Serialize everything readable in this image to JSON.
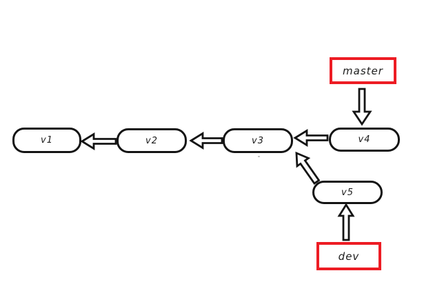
{
  "diagram": {
    "nodes": [
      {
        "id": "v1",
        "label": "v1"
      },
      {
        "id": "v2",
        "label": "v2"
      },
      {
        "id": "v3",
        "label": "v3"
      },
      {
        "id": "v4",
        "label": "v4"
      },
      {
        "id": "v5",
        "label": "v5"
      }
    ],
    "branches": [
      {
        "id": "master",
        "label": "master",
        "points_to": "v4"
      },
      {
        "id": "dev",
        "label": "dev",
        "points_to": "v5"
      }
    ],
    "edges": [
      {
        "from": "v2",
        "to": "v1",
        "direction": "left"
      },
      {
        "from": "v3",
        "to": "v2",
        "direction": "left"
      },
      {
        "from": "v4",
        "to": "v3",
        "direction": "left"
      },
      {
        "from": "v5",
        "to": "v3",
        "direction": "up-left"
      },
      {
        "from": "master",
        "to": "v4",
        "direction": "down"
      },
      {
        "from": "dev",
        "to": "v5",
        "direction": "up"
      }
    ],
    "colors": {
      "background": "#ffffff",
      "node_border": "#141414",
      "branch_border": "#ed1c24",
      "arrow_outline": "#141414",
      "arrow_fill": "#ffffff"
    }
  }
}
